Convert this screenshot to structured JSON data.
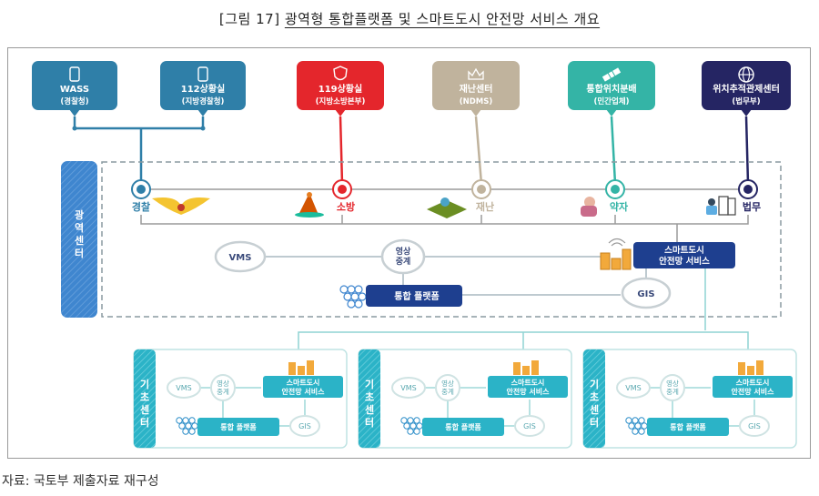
{
  "title": {
    "figure_label": "[그림 17]",
    "text": "광역형 통합플랫폼 및 스마트도시 안전망 서비스 개요"
  },
  "agencies": [
    {
      "id": "wass",
      "name": "WASS",
      "sub": "(경찰청)",
      "icon": "mobile-phone-icon",
      "color": "#2f7fa8"
    },
    {
      "id": "situation-112",
      "name": "112상황실",
      "sub": "(지방경찰청)",
      "icon": "mobile-phone-icon",
      "color": "#2f7fa8"
    },
    {
      "id": "situation-119",
      "name": "119상황실",
      "sub": "(지방소방본부)",
      "icon": "shield-icon",
      "color": "#e4262c"
    },
    {
      "id": "disaster-center",
      "name": "재난센터",
      "sub": "(NDMS)",
      "icon": "crown-icon",
      "color": "#c0b39d"
    },
    {
      "id": "location-dispatch",
      "name": "통합위치분배",
      "sub": "(민간업체)",
      "icon": "satellite-icon",
      "color": "#34b4a6"
    },
    {
      "id": "tracking-center",
      "name": "위치추적관제센터",
      "sub": "(법무부)",
      "icon": "globe-icon",
      "color": "#252563"
    }
  ],
  "regional_center": {
    "label": "광역센터",
    "label_color": "#3f86cf",
    "services": [
      {
        "name": "경찰",
        "icon": "police-emblem-icon",
        "color": "#2f7fa8"
      },
      {
        "name": "소방",
        "icon": "fire-mascot-icon",
        "color": "#e4262c"
      },
      {
        "name": "재난",
        "icon": "disaster-terrain-icon",
        "color": "#c0b39d"
      },
      {
        "name": "약자",
        "icon": "vulnerable-person-icon",
        "color": "#34b4a6"
      },
      {
        "name": "법무",
        "icon": "legal-documents-icon",
        "color": "#252563"
      }
    ],
    "nodes": {
      "vms": "VMS",
      "video_relay_line1": "영상",
      "video_relay_line2": "중계",
      "platform": "통합 플랫폼",
      "smart_line1": "스마트도시",
      "smart_line2": "안전망 서비스",
      "gis": "GIS"
    },
    "node_color": "#1e3f8f"
  },
  "base_centers": {
    "label": "기초센터",
    "color": "#2bb3c7",
    "count": 3,
    "nodes": {
      "vms": "VMS",
      "video_relay_line1": "영상",
      "video_relay_line2": "중계",
      "platform": "통합 플랫폼",
      "smart_line1": "스마트도시",
      "smart_line2": "안전망 서비스",
      "gis": "GIS"
    }
  },
  "source": "자료: 국토부 제출자료 재구성"
}
